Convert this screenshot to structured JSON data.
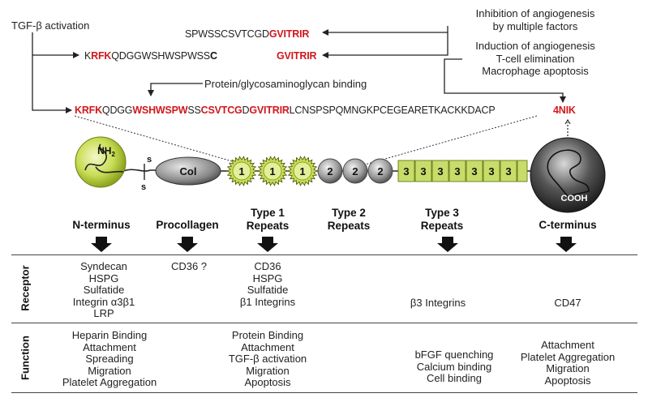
{
  "annotations": {
    "tgf": "TGF-β activation",
    "inhibition_1": "Inhibition of angiogenesis",
    "inhibition_2": "by multiple factors",
    "induction_1": "Induction of angiogenesis",
    "induction_2": "T-cell elimination",
    "induction_3": "Macrophage apoptosis",
    "binding": "Protein/glycosaminoglycan binding"
  },
  "sequences": {
    "line1_black": "SPWSSCSVTCGD",
    "line1_red": "GVITRIR",
    "line2_k": "K",
    "line2_rfk": "RFK",
    "line2_mid": "QDGGWSHWSPWSS",
    "line2_c": "C",
    "gvitrir": "GVITRIR",
    "l3_a": "KRFK",
    "l3_b": "QDGG",
    "l3_c": "WSHWSPW",
    "l3_d": "SS",
    "l3_e": "CSVTCG",
    "l3_f": "D",
    "l3_g": "GVITRIR",
    "l3_h": "LCNSPSPQMNGKPCEGEARETKACKKDACP",
    "l3_4nik": "4NIK"
  },
  "repeat_labels": {
    "type1": [
      "1",
      "1",
      "1"
    ],
    "type2": [
      "2",
      "2",
      "2"
    ],
    "type3": [
      "3",
      "3",
      "3",
      "3",
      "3",
      "3",
      "3"
    ]
  },
  "domains": [
    "N-terminus",
    "Procollagen",
    "Type 1",
    "Type 2",
    "Type 3",
    "C-terminus"
  ],
  "domains_sub": "Repeats",
  "rows": {
    "receptor": "Receptor",
    "function": "Function"
  },
  "receptor": {
    "n_terminus": [
      "Syndecan",
      "HSPG",
      "Sulfatide",
      "Integrin α3β1",
      "LRP"
    ],
    "procollagen": "CD36 ?",
    "type1": [
      "CD36",
      "HSPG",
      "Sulfatide",
      "β1 Integrins"
    ],
    "type3": "β3 Integrins",
    "c_terminus": "CD47"
  },
  "function": {
    "n_terminus": [
      "Heparin Binding",
      "Attachment",
      "Spreading",
      "Migration",
      "Platelet Aggregation"
    ],
    "type1": [
      "Protein Binding",
      "Attachment",
      "TGF-β activation",
      "Migration",
      "Apoptosis"
    ],
    "type3": [
      "bFGF quenching",
      "Calcium binding",
      "Cell binding"
    ],
    "c_terminus": [
      "Attachment",
      "Platelet Aggregation",
      "Migration",
      "Apoptosis"
    ]
  },
  "colors": {
    "highlight": "#d0181e",
    "type1_fill": "#c9dd55",
    "type3_fill": "#c8dc6a"
  }
}
